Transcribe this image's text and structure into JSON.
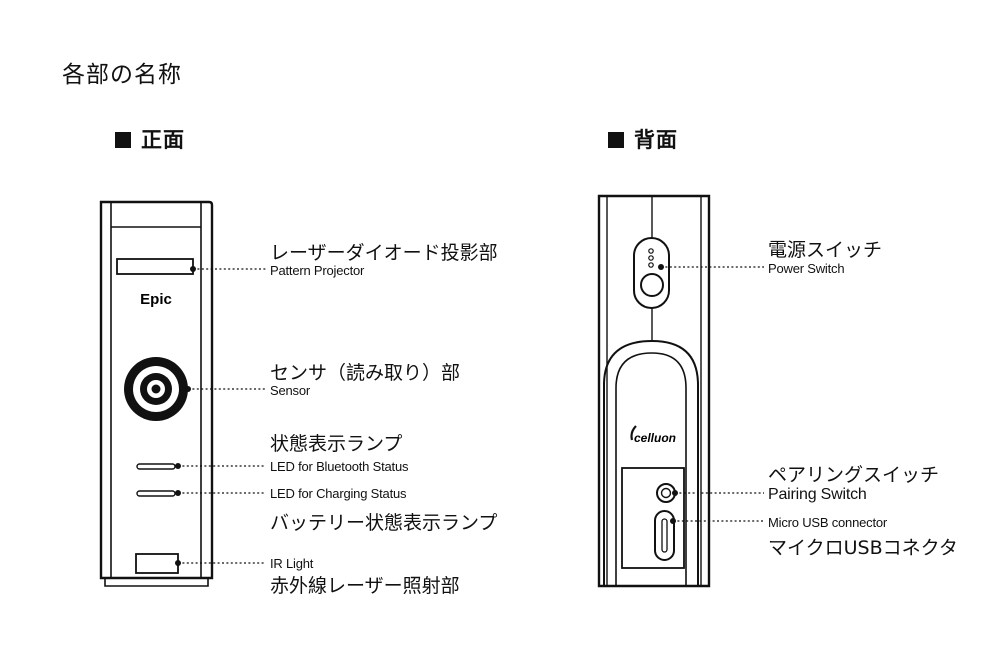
{
  "page_title": "各部の名称",
  "sections": {
    "front": "正面",
    "back": "背面"
  },
  "device": {
    "brand_label": "Epic",
    "logo_text": "celluon"
  },
  "front_labels": {
    "laser": {
      "jp": "レーザーダイオード投影部",
      "en": "Pattern Projector"
    },
    "sensor": {
      "jp": "センサ（読み取り）部",
      "en": "Sensor"
    },
    "status_header": "状態表示ランプ",
    "bt": {
      "en": "LED for Bluetooth Status"
    },
    "charge": {
      "en": "LED for Charging Status",
      "jp": "バッテリー状態表示ランプ"
    },
    "ir": {
      "en": "IR Light",
      "jp": "赤外線レーザー照射部"
    }
  },
  "back_labels": {
    "power": {
      "jp": "電源スイッチ",
      "en": "Power Switch"
    },
    "pairing": {
      "jp": "ペアリングスイッチ",
      "en": "Pairing Switch"
    },
    "usb": {
      "en": "Micro USB connector",
      "jp": "マイクロUSBコネクタ"
    }
  }
}
